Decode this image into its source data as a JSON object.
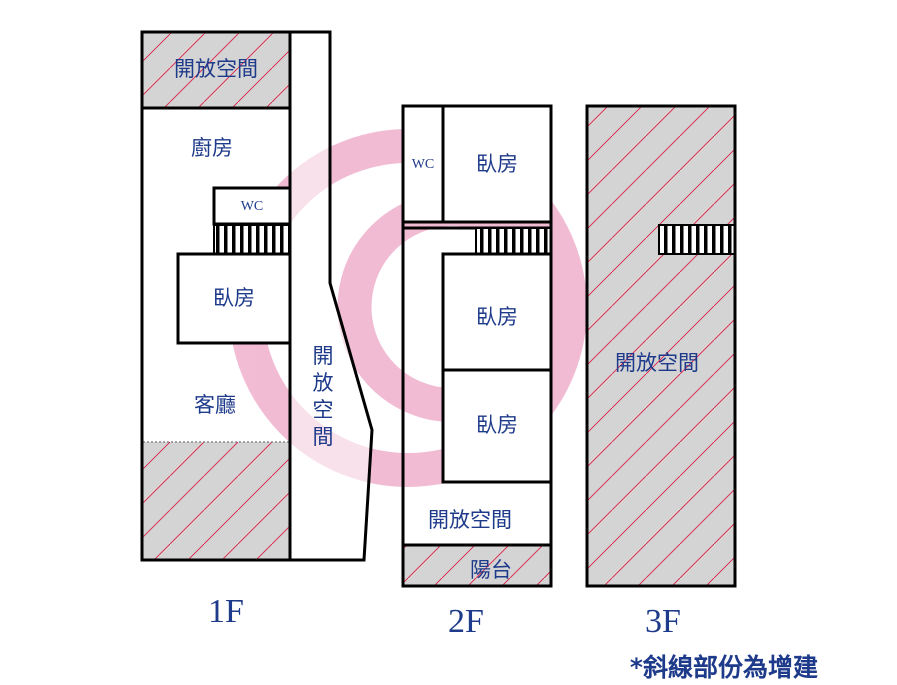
{
  "floors": {
    "f1": {
      "floor_label": "1F",
      "open_space_top": "開放空間",
      "kitchen": "廚房",
      "wc": "WC",
      "bedroom": "臥房",
      "living_room": "客廳",
      "open_space_side": [
        "開",
        "放",
        "空",
        "間"
      ]
    },
    "f2": {
      "floor_label": "2F",
      "wc": "WC",
      "bedroom_1": "臥房",
      "bedroom_2": "臥房",
      "bedroom_3": "臥房",
      "open_space": "開放空間",
      "balcony": "陽台"
    },
    "f3": {
      "floor_label": "3F",
      "open_space": "開放空間"
    }
  },
  "note": "*斜線部份為增建",
  "colors": {
    "wall": "#000000",
    "hatch_fill": "#d4d4d4",
    "hatch_line": "#e11d48",
    "text": "#1e3a8a",
    "watermark": "#f0b5cf"
  },
  "watermark_icon": "g-circle-logo"
}
